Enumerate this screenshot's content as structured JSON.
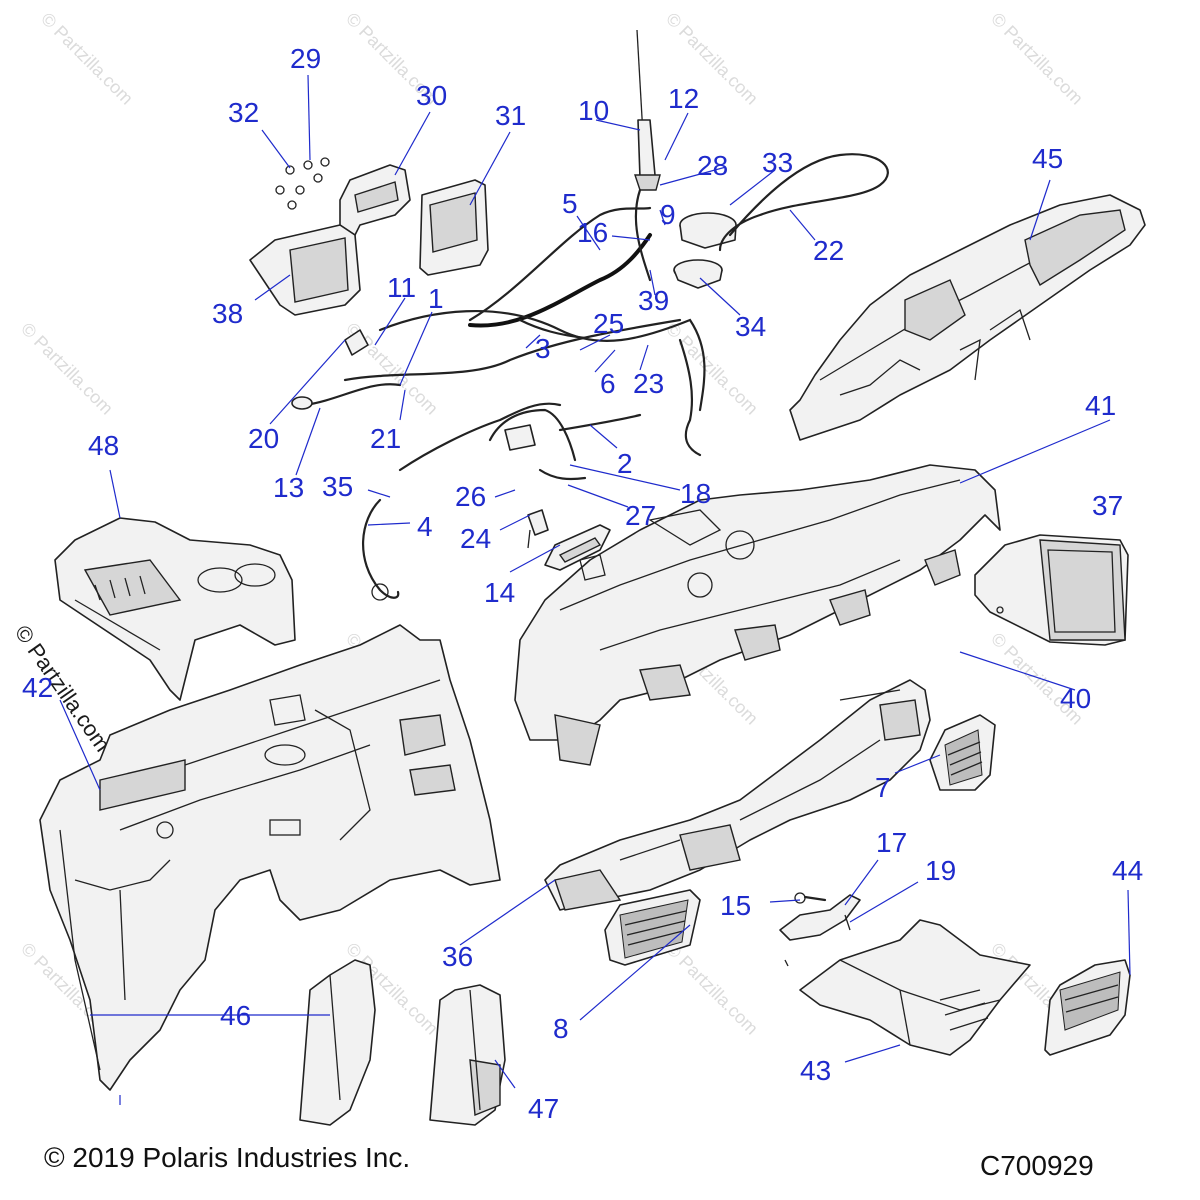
{
  "watermark": {
    "text": "© Partzilla.com",
    "prominent_text": "© Partzilla.com"
  },
  "footer": {
    "copyright": "© 2019 Polaris Industries Inc.",
    "figure_code": "C700929"
  },
  "callouts": [
    {
      "id": "1",
      "label": "1"
    },
    {
      "id": "2",
      "label": "2"
    },
    {
      "id": "3",
      "label": "3"
    },
    {
      "id": "4",
      "label": "4"
    },
    {
      "id": "5",
      "label": "5"
    },
    {
      "id": "6",
      "label": "6"
    },
    {
      "id": "7",
      "label": "7"
    },
    {
      "id": "8",
      "label": "8"
    },
    {
      "id": "9",
      "label": "9"
    },
    {
      "id": "10",
      "label": "10"
    },
    {
      "id": "11",
      "label": "11"
    },
    {
      "id": "12",
      "label": "12"
    },
    {
      "id": "13",
      "label": "13"
    },
    {
      "id": "14",
      "label": "14"
    },
    {
      "id": "15",
      "label": "15"
    },
    {
      "id": "16",
      "label": "16"
    },
    {
      "id": "17",
      "label": "17"
    },
    {
      "id": "18",
      "label": "18"
    },
    {
      "id": "19",
      "label": "19"
    },
    {
      "id": "20",
      "label": "20"
    },
    {
      "id": "21",
      "label": "21"
    },
    {
      "id": "22",
      "label": "22"
    },
    {
      "id": "23",
      "label": "23"
    },
    {
      "id": "24",
      "label": "24"
    },
    {
      "id": "25",
      "label": "25"
    },
    {
      "id": "26",
      "label": "26"
    },
    {
      "id": "27",
      "label": "27"
    },
    {
      "id": "28",
      "label": "28"
    },
    {
      "id": "29",
      "label": "29"
    },
    {
      "id": "30",
      "label": "30"
    },
    {
      "id": "31",
      "label": "31"
    },
    {
      "id": "32",
      "label": "32"
    },
    {
      "id": "33",
      "label": "33"
    },
    {
      "id": "34",
      "label": "34"
    },
    {
      "id": "35",
      "label": "35"
    },
    {
      "id": "36",
      "label": "36"
    },
    {
      "id": "37",
      "label": "37"
    },
    {
      "id": "38",
      "label": "38"
    },
    {
      "id": "39",
      "label": "39"
    },
    {
      "id": "40",
      "label": "40"
    },
    {
      "id": "41",
      "label": "41"
    },
    {
      "id": "42",
      "label": "42"
    },
    {
      "id": "43",
      "label": "43"
    },
    {
      "id": "44",
      "label": "44"
    },
    {
      "id": "45",
      "label": "45"
    },
    {
      "id": "46",
      "label": "46"
    },
    {
      "id": "47",
      "label": "47"
    },
    {
      "id": "48",
      "label": "48"
    }
  ]
}
